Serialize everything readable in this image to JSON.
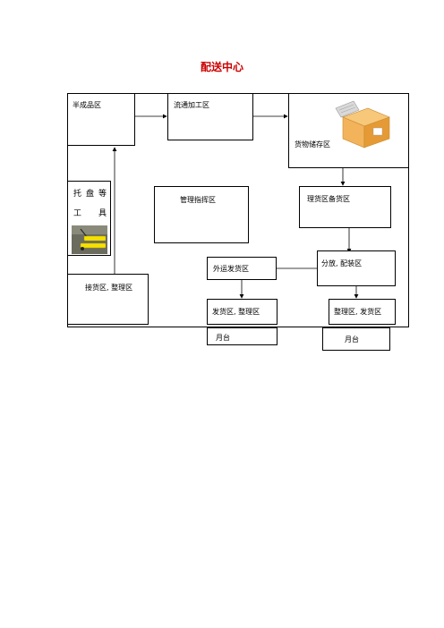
{
  "title": "配送中心",
  "nodes": {
    "semi_finished": "半成品区",
    "processing": "流通加工区",
    "storage": "货物储存区",
    "management": "管理指挥区",
    "sorting_prep": "理货区备货区",
    "tools_line1": [
      "托",
      "盘",
      "等"
    ],
    "tools_line2": [
      "工",
      "具"
    ],
    "receiving": "接货区, 整理区",
    "outbound": "外运发货区",
    "distribution": "分放, 配装区",
    "shipping_left": "发货区, 整理区",
    "shipping_right": "整理区, 发货区",
    "platform_left": "月台",
    "platform_right": "月台"
  },
  "icons": {
    "storage_image": "cardboard-box-illustration",
    "tools_image": "yellow-pallet-jack-photo"
  },
  "colors": {
    "title": "#cc0000",
    "line": "#000000",
    "box_orange": "#f2b35a"
  }
}
